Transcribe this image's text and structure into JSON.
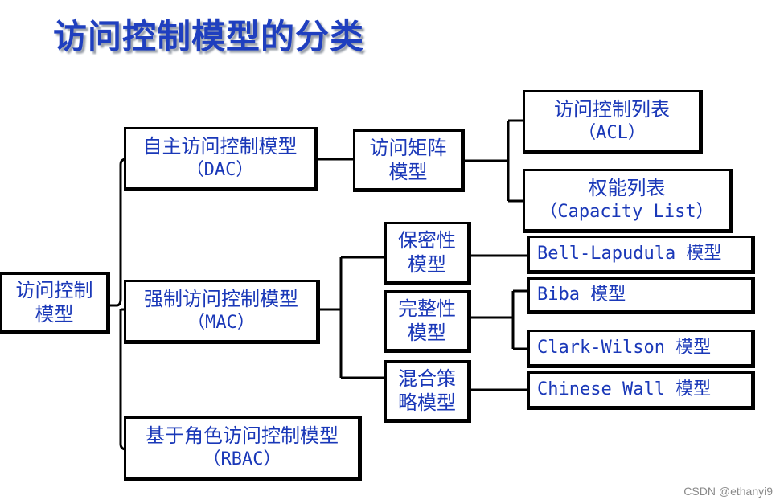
{
  "title": "访问控制模型的分类",
  "watermark": "CSDN @ethanyi9",
  "colors": {
    "text": "#1a38b8",
    "title": "#1f3fbf",
    "border": "#000000"
  },
  "nodes": {
    "root": {
      "line1": "访问控制",
      "line2": "模型"
    },
    "dac": {
      "line1": "自主访问控制模型",
      "line2": "（DAC）"
    },
    "mac": {
      "line1": "强制访问控制模型",
      "line2": "（MAC）"
    },
    "rbac": {
      "line1": "基于角色访问控制模型",
      "line2": "（RBAC）"
    },
    "matrix": {
      "line1": "访问矩阵",
      "line2": "模型"
    },
    "acl": {
      "line1": "访问控制列表",
      "line2": "（ACL）"
    },
    "capability": {
      "line1": "权能列表",
      "line2": "（Capacity List）"
    },
    "confidentiality": {
      "line1": "保密性",
      "line2": "模型"
    },
    "integrity": {
      "line1": "完整性",
      "line2": "模型"
    },
    "hybrid": {
      "line1": "混合策",
      "line2": "略模型"
    },
    "bell_lapadula": {
      "label": "Bell-Lapudula 模型"
    },
    "biba": {
      "label": "Biba 模型"
    },
    "clark_wilson": {
      "label": "Clark-Wilson 模型"
    },
    "chinese_wall": {
      "label": "Chinese Wall 模型"
    }
  }
}
